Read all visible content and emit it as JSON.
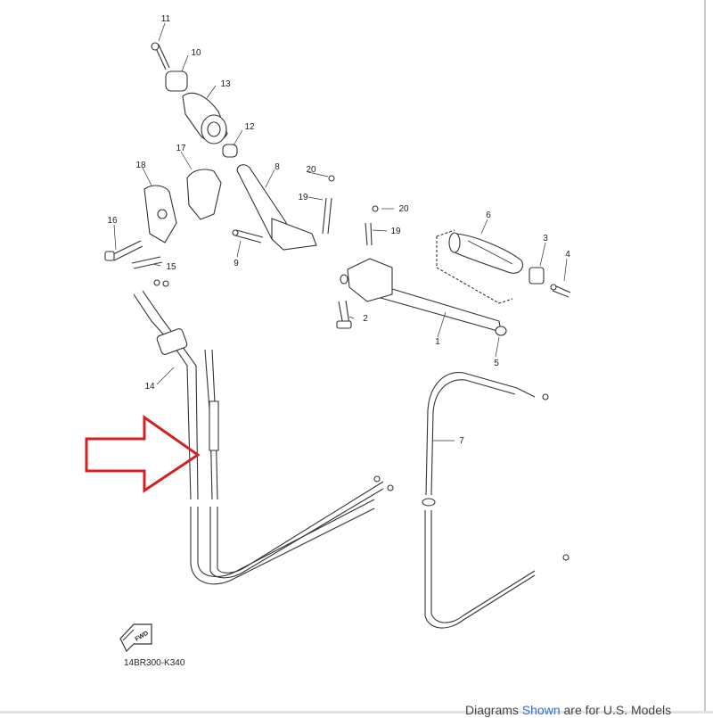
{
  "diagram": {
    "code": "14BR300-K340",
    "fwd_label": "FWD",
    "callouts": [
      "1",
      "2",
      "3",
      "4",
      "5",
      "6",
      "7",
      "8",
      "9",
      "10",
      "11",
      "12",
      "13",
      "14",
      "15",
      "16",
      "17",
      "18",
      "19",
      "19",
      "20",
      "20"
    ]
  },
  "footer": {
    "prefix": "Diagrams ",
    "link": "Shown",
    "suffix": " are for U.S. Models"
  },
  "colors": {
    "arrow": "#d42020",
    "line": "#333333"
  }
}
